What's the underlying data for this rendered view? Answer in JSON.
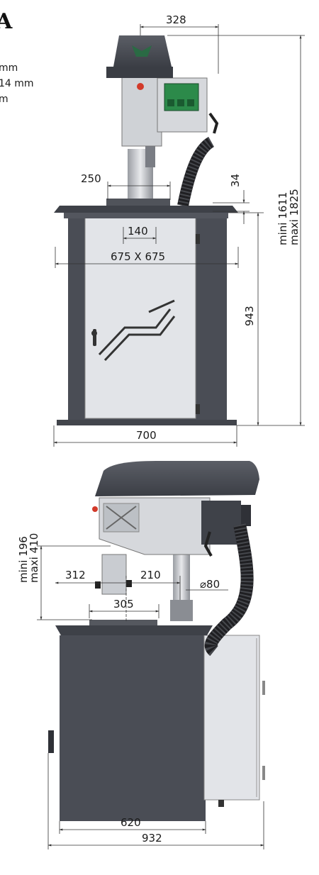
{
  "heading": {
    "letter": "A",
    "specs": [
      "mm",
      "14 mm",
      "m"
    ]
  },
  "front_view": {
    "top_width": "328",
    "base_width": "250",
    "table_gap": "34",
    "hole_spacing": "140",
    "table_size": "675 X 675",
    "height_min": "mini 1611",
    "height_max": "maxi 1825",
    "cabinet_height": "943",
    "foot_width": "700"
  },
  "side_view": {
    "stroke_min": "mini 196",
    "stroke_max": "maxi 410",
    "throat_left": "312",
    "throat_right": "210",
    "column_diameter": "⌀80",
    "table_depth": "305",
    "cabinet_depth": "620",
    "total_depth": "932"
  },
  "colors": {
    "body_dark": "#4a4d55",
    "panel_light": "#e2e4e8",
    "screen_green": "#2c8a4a",
    "accent_red": "#d23a2a",
    "head_green": "#2a6a44"
  }
}
